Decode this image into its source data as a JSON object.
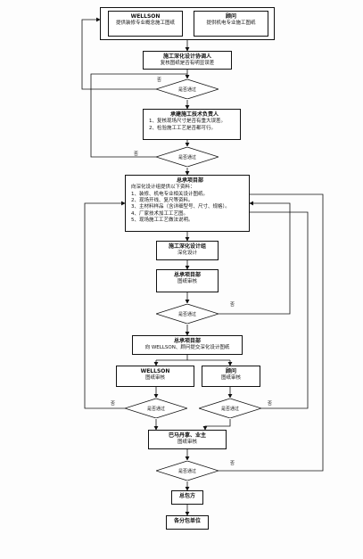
{
  "top_group": {
    "left": {
      "title": "WELLSON",
      "sub": "提供装修专业概念施工图纸"
    },
    "right": {
      "title": "顾问",
      "sub": "提供机电专业施工图纸"
    }
  },
  "step1": {
    "title": "施工深化设计协调人",
    "sub": "复核图纸是否有明显误差"
  },
  "d1": "是否通过",
  "step2": {
    "title": "承建施工技术负责人",
    "lines": [
      "1、复核现场尺寸是否有重大误差。",
      "2、检验施工工艺是否都可行。"
    ]
  },
  "d2": "是否通过",
  "step3": {
    "title": "总承项目部",
    "intro": "向深化设计组提供以下资料：",
    "lines": [
      "1、装修、机电专业相关设计图纸。",
      "2、现场开线、复尺等资料。",
      "3、主材料样品（含详细型号、尺寸、规格）。",
      "4、厂家技术加工工艺图。",
      "5、现场施工工艺做法说明。"
    ]
  },
  "step4": {
    "title": "施工深化设计组",
    "sub": "深化设计"
  },
  "step5": {
    "title": "总承项目部",
    "sub": "图纸审核"
  },
  "d3": "是否通过",
  "step6": {
    "title": "总承项目部",
    "sub": "向 WELLSON、顾问提交深化设计图纸"
  },
  "step7a": {
    "title": "WELLSON",
    "sub": "图纸审核"
  },
  "step7b": {
    "title": "顾问",
    "sub": "图纸审核"
  },
  "d4a": "是否通过",
  "d4b": "是否通过",
  "step8": {
    "title": "巴马丹拿、业主",
    "sub": "图纸审核"
  },
  "d5": "是否通过",
  "step9": {
    "title": "总包方"
  },
  "step10": {
    "title": "各分包单位"
  },
  "labels": {
    "no": "否"
  }
}
